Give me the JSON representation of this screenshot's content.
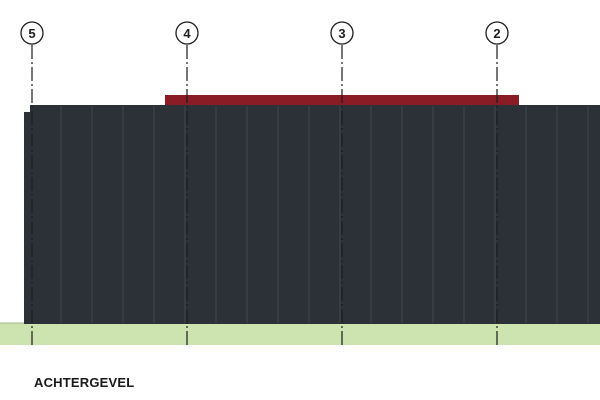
{
  "drawing": {
    "title": "ACHTERGEVEL",
    "grid_lines": [
      {
        "label": "5"
      },
      {
        "label": "4"
      },
      {
        "label": "3"
      },
      {
        "label": "2"
      }
    ],
    "colors": {
      "facade_cladding": "#2c3137",
      "panel_seam": "#3f464e",
      "roof_edge": "#8a1c26",
      "ground": "#cde3b0",
      "ground_edge": "#9fb98a",
      "grid_line": "#1c1c1c",
      "bubble_stroke": "#1c1c1c"
    }
  }
}
